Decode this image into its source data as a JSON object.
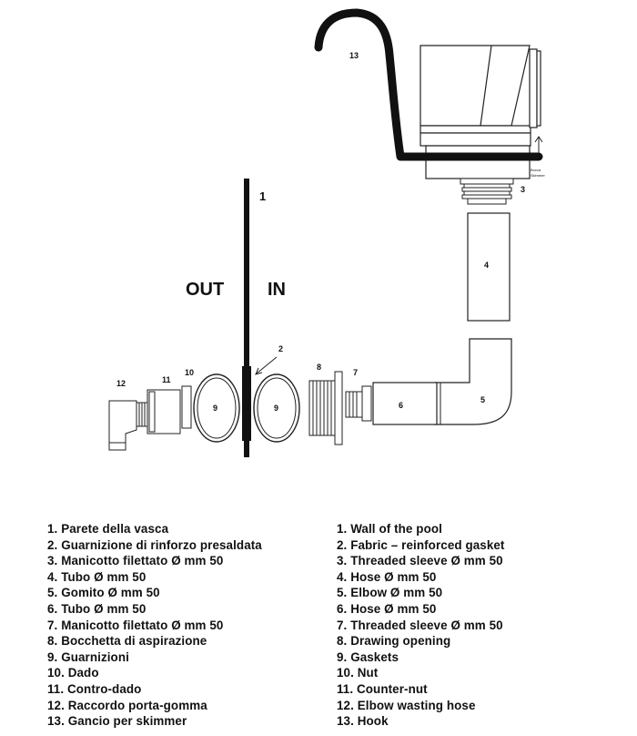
{
  "labels": {
    "out": "OUT",
    "in": "IN",
    "wall_num": "1",
    "gasket_num": "2",
    "sleeve_num": "3",
    "hose_num": "4",
    "elbow_num": "5",
    "hose2_num": "6",
    "sleeve2_num": "7",
    "opening_num": "8",
    "gasket_left_num": "9",
    "gasket_right_num": "9",
    "nut_num": "10",
    "counter_nut_num": "11",
    "elbow_hose_num": "12",
    "hook_num": "13",
    "skimmer_note_1": "Bocca",
    "skimmer_note_2": "Skimmer"
  },
  "legend_it": [
    "1. Parete della vasca",
    "2. Guarnizione di rinforzo presaldata",
    "3. Manicotto filettato Ø mm 50",
    "4. Tubo Ø mm 50",
    "5. Gomito Ø mm 50",
    "6. Tubo Ø mm 50",
    "7. Manicotto filettato Ø mm 50",
    "8. Bocchetta di aspirazione",
    "9. Guarnizioni",
    "10. Dado",
    "11. Contro-dado",
    "12. Raccordo porta-gomma",
    "13. Gancio per skimmer"
  ],
  "legend_en": [
    "1. Wall of the pool",
    "2. Fabric – reinforced gasket",
    "3. Threaded sleeve Ø mm 50",
    "4. Hose Ø mm 50",
    "5. Elbow Ø mm 50",
    "6. Hose Ø mm 50",
    "7. Threaded sleeve Ø mm 50",
    "8. Drawing opening",
    "9. Gaskets",
    "10. Nut",
    "11. Counter-nut",
    "12. Elbow wasting hose",
    "13. Hook"
  ]
}
